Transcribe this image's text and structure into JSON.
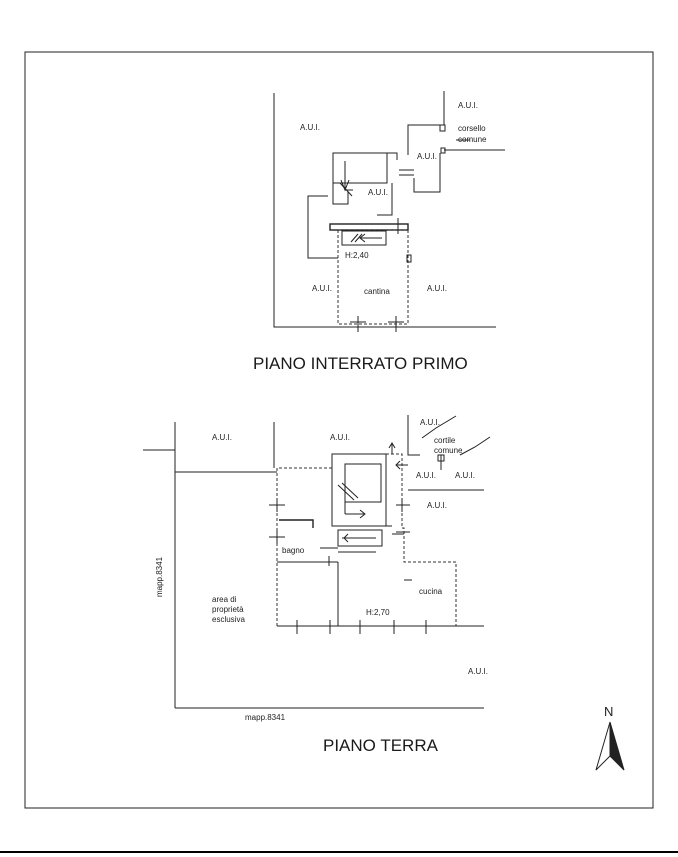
{
  "sheet": {
    "basement_title": "PIANO INTERRATO PRIMO",
    "ground_title": "PIANO TERRA",
    "north_label": "N"
  },
  "basement": {
    "aui_label": "A.U.I.",
    "cortile_line1": "corsello",
    "cortile_line2": "comune",
    "height_label": "H:2,40",
    "room_label": "cantina"
  },
  "ground": {
    "aui_label": "A.U.I.",
    "cortile_line1": "cortile",
    "cortile_line2": "comune",
    "bathroom_label": "bagno",
    "kitchen_label": "cucina",
    "height_label": "H:2,70",
    "area_line1": "area di",
    "area_line2": "proprietà",
    "area_line3": "esclusiva",
    "map_ref": "mapp.8341"
  }
}
